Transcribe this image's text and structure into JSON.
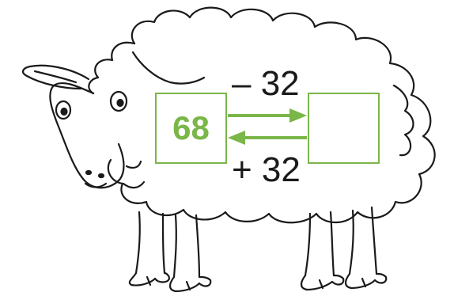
{
  "colors": {
    "accent": "#7ab648",
    "outline": "#1a1a1a",
    "background": "#ffffff"
  },
  "figure": {
    "subject_icon": "sheep-icon",
    "left_box": {
      "value": "68"
    },
    "right_box": {
      "value": ""
    },
    "forward_operation": "– 32",
    "backward_operation": "+ 32"
  }
}
